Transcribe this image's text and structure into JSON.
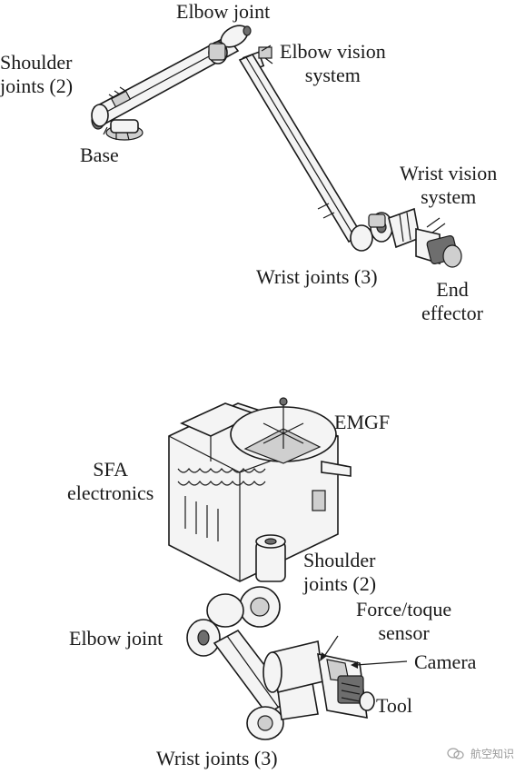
{
  "top_figure": {
    "labels": {
      "elbow_joint": "Elbow joint",
      "shoulder_joints_1": "Shoulder",
      "shoulder_joints_2": "joints (2)",
      "elbow_vision_1": "Elbow vision",
      "elbow_vision_2": "system",
      "base": "Base",
      "wrist_vision_1": "Wrist vision",
      "wrist_vision_2": "system",
      "wrist_joints": "Wrist joints (3)",
      "end_effector_1": "End",
      "end_effector_2": "effector"
    }
  },
  "bottom_figure": {
    "labels": {
      "emgf": "EMGF",
      "sfa_1": "SFA",
      "sfa_2": "electronics",
      "shoulder_joints_1": "Shoulder",
      "shoulder_joints_2": "joints (2)",
      "force_sensor_1": "Force/toque",
      "force_sensor_2": "sensor",
      "camera": "Camera",
      "elbow_joint": "Elbow joint",
      "tool": "Tool",
      "wrist_joints": "Wrist joints (3)"
    }
  },
  "watermark": "航空知识",
  "colors": {
    "line": "#1a1a1a",
    "fill_light": "#f2f2f2",
    "fill_mid": "#d9d9d9",
    "fill_dark": "#7a7a7a"
  }
}
